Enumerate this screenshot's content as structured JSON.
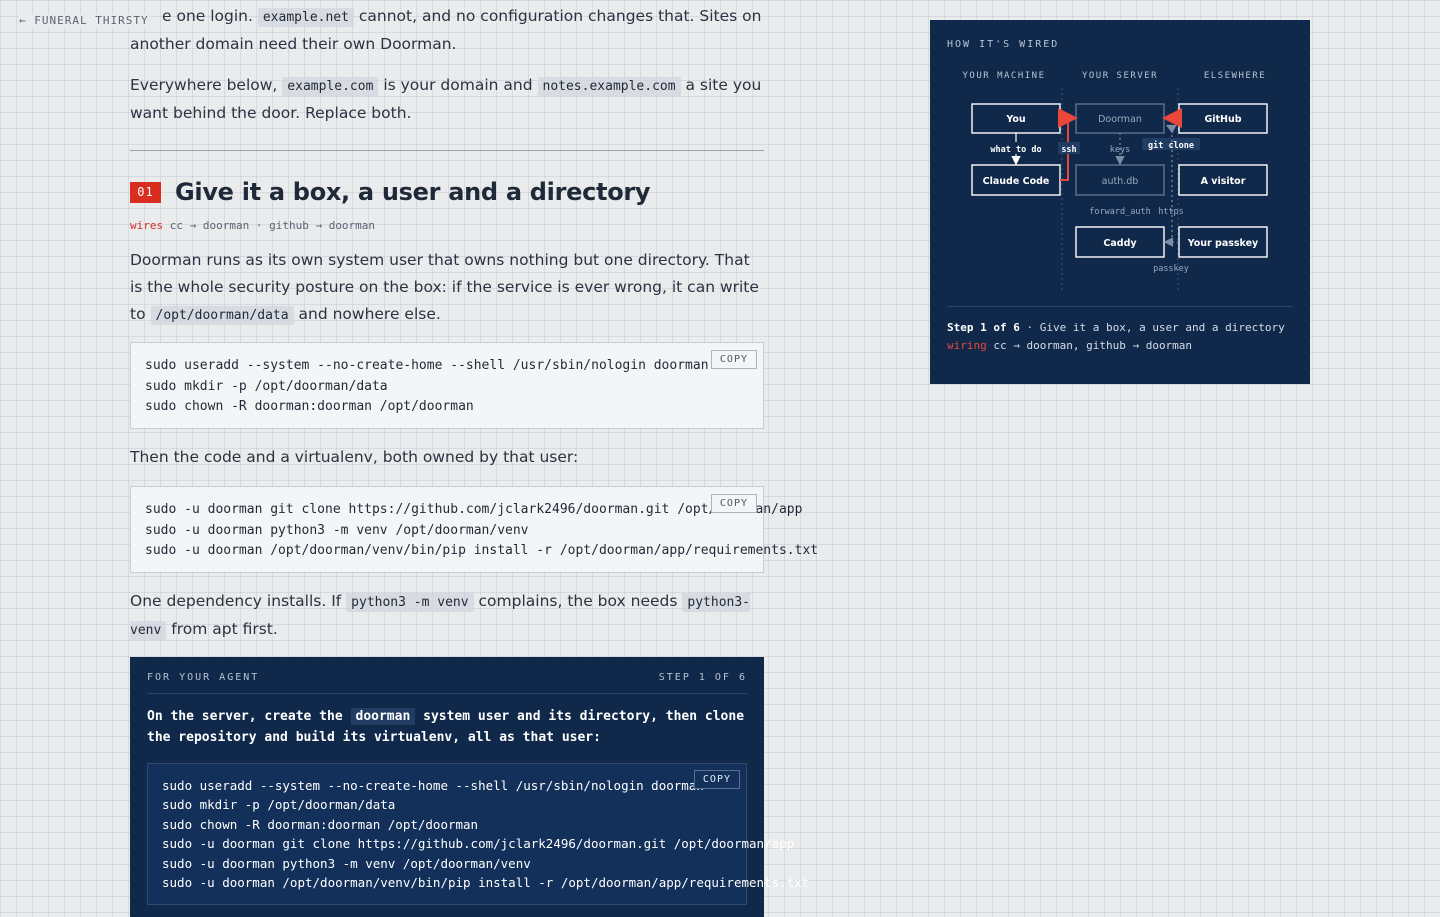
{
  "nav": {
    "back_label": "← FUNERAL THIRSTY"
  },
  "article": {
    "intro": {
      "partial_pre": "e one login.",
      "partial_code": "example.net",
      "partial_post": "cannot, and no configuration changes that. Sites on another domain need their own Doorman."
    },
    "everywhere": {
      "t1": "Everywhere below,",
      "c1": "example.com",
      "t2": "is your domain and",
      "c2": "notes.example.com",
      "t3": "a site you want behind the door. Replace both."
    },
    "step": {
      "number": "01",
      "title": "Give it a box, a user and a directory",
      "wires_label": "wires",
      "wires_text": "cc → doorman · github → doorman"
    },
    "para_system_user": {
      "t1": "Doorman runs as its own system user that owns nothing but one directory. That is the whole security posture on the box: if the service is ever wrong, it can write to",
      "c1": "/opt/doorman/data",
      "t2": "and nowhere else."
    },
    "code_block_1": {
      "copy_label": "COPY",
      "lines": [
        "sudo useradd --system --no-create-home --shell /usr/sbin/nologin doorman",
        "sudo mkdir -p /opt/doorman/data",
        "sudo chown -R doorman:doorman /opt/doorman"
      ]
    },
    "para_code_venv": "Then the code and a virtualenv, both owned by that user:",
    "code_block_2": {
      "copy_label": "COPY",
      "lines": [
        "sudo -u doorman git clone https://github.com/jclark2496/doorman.git /opt/doorman/app",
        "sudo -u doorman python3 -m venv /opt/doorman/venv",
        "sudo -u doorman /opt/doorman/venv/bin/pip install -r /opt/doorman/app/requirements.txt"
      ]
    },
    "para_dependency": {
      "t1": "One dependency installs. If",
      "c1": "python3 -m venv",
      "t2": "complains, the box needs",
      "c2": "python3-venv",
      "t3": "from apt first."
    },
    "agent_box": {
      "label": "FOR YOUR AGENT",
      "step_label": "STEP 1 OF 6",
      "t1": "On the server, create the",
      "c1": "doorman",
      "t2": "system user and its directory, then clone the repository and build its virtualenv, all as that user:",
      "copy_label": "COPY",
      "lines": [
        "sudo useradd --system --no-create-home --shell /usr/sbin/nologin doorman",
        "sudo mkdir -p /opt/doorman/data",
        "sudo chown -R doorman:doorman /opt/doorman",
        "sudo -u doorman git clone https://github.com/jclark2496/doorman.git /opt/doorman/app",
        "sudo -u doorman python3 -m venv /opt/doorman/venv",
        "sudo -u doorman /opt/doorman/venv/bin/pip install -r /opt/doorman/app/requirements.txt"
      ]
    }
  },
  "wired_panel": {
    "title": "HOW IT'S WIRED",
    "columns": [
      "YOUR MACHINE",
      "YOUR SERVER",
      "ELSEWHERE"
    ],
    "nodes": {
      "you": "You",
      "doorman": "Doorman",
      "github": "GitHub",
      "claude_code": "Claude Code",
      "authdb": "auth.db",
      "visitor": "A visitor",
      "caddy": "Caddy",
      "passkey_node": "Your passkey"
    },
    "edge_labels": {
      "what_to_do": "what to do",
      "ssh": "ssh",
      "keys": "keys",
      "git_clone": "git clone",
      "forward_auth": "forward_auth",
      "https": "https",
      "passkey": "passkey"
    },
    "footer": {
      "step_label": "Step 1 of 6",
      "step_text": "· Give it a box, a user and a directory",
      "wiring_label": "wiring",
      "wiring_text": "cc → doorman, github → doorman"
    }
  },
  "colors": {
    "accent_red": "#d92d20",
    "navy": "#10294a",
    "page_bg": "#e9ebed"
  }
}
